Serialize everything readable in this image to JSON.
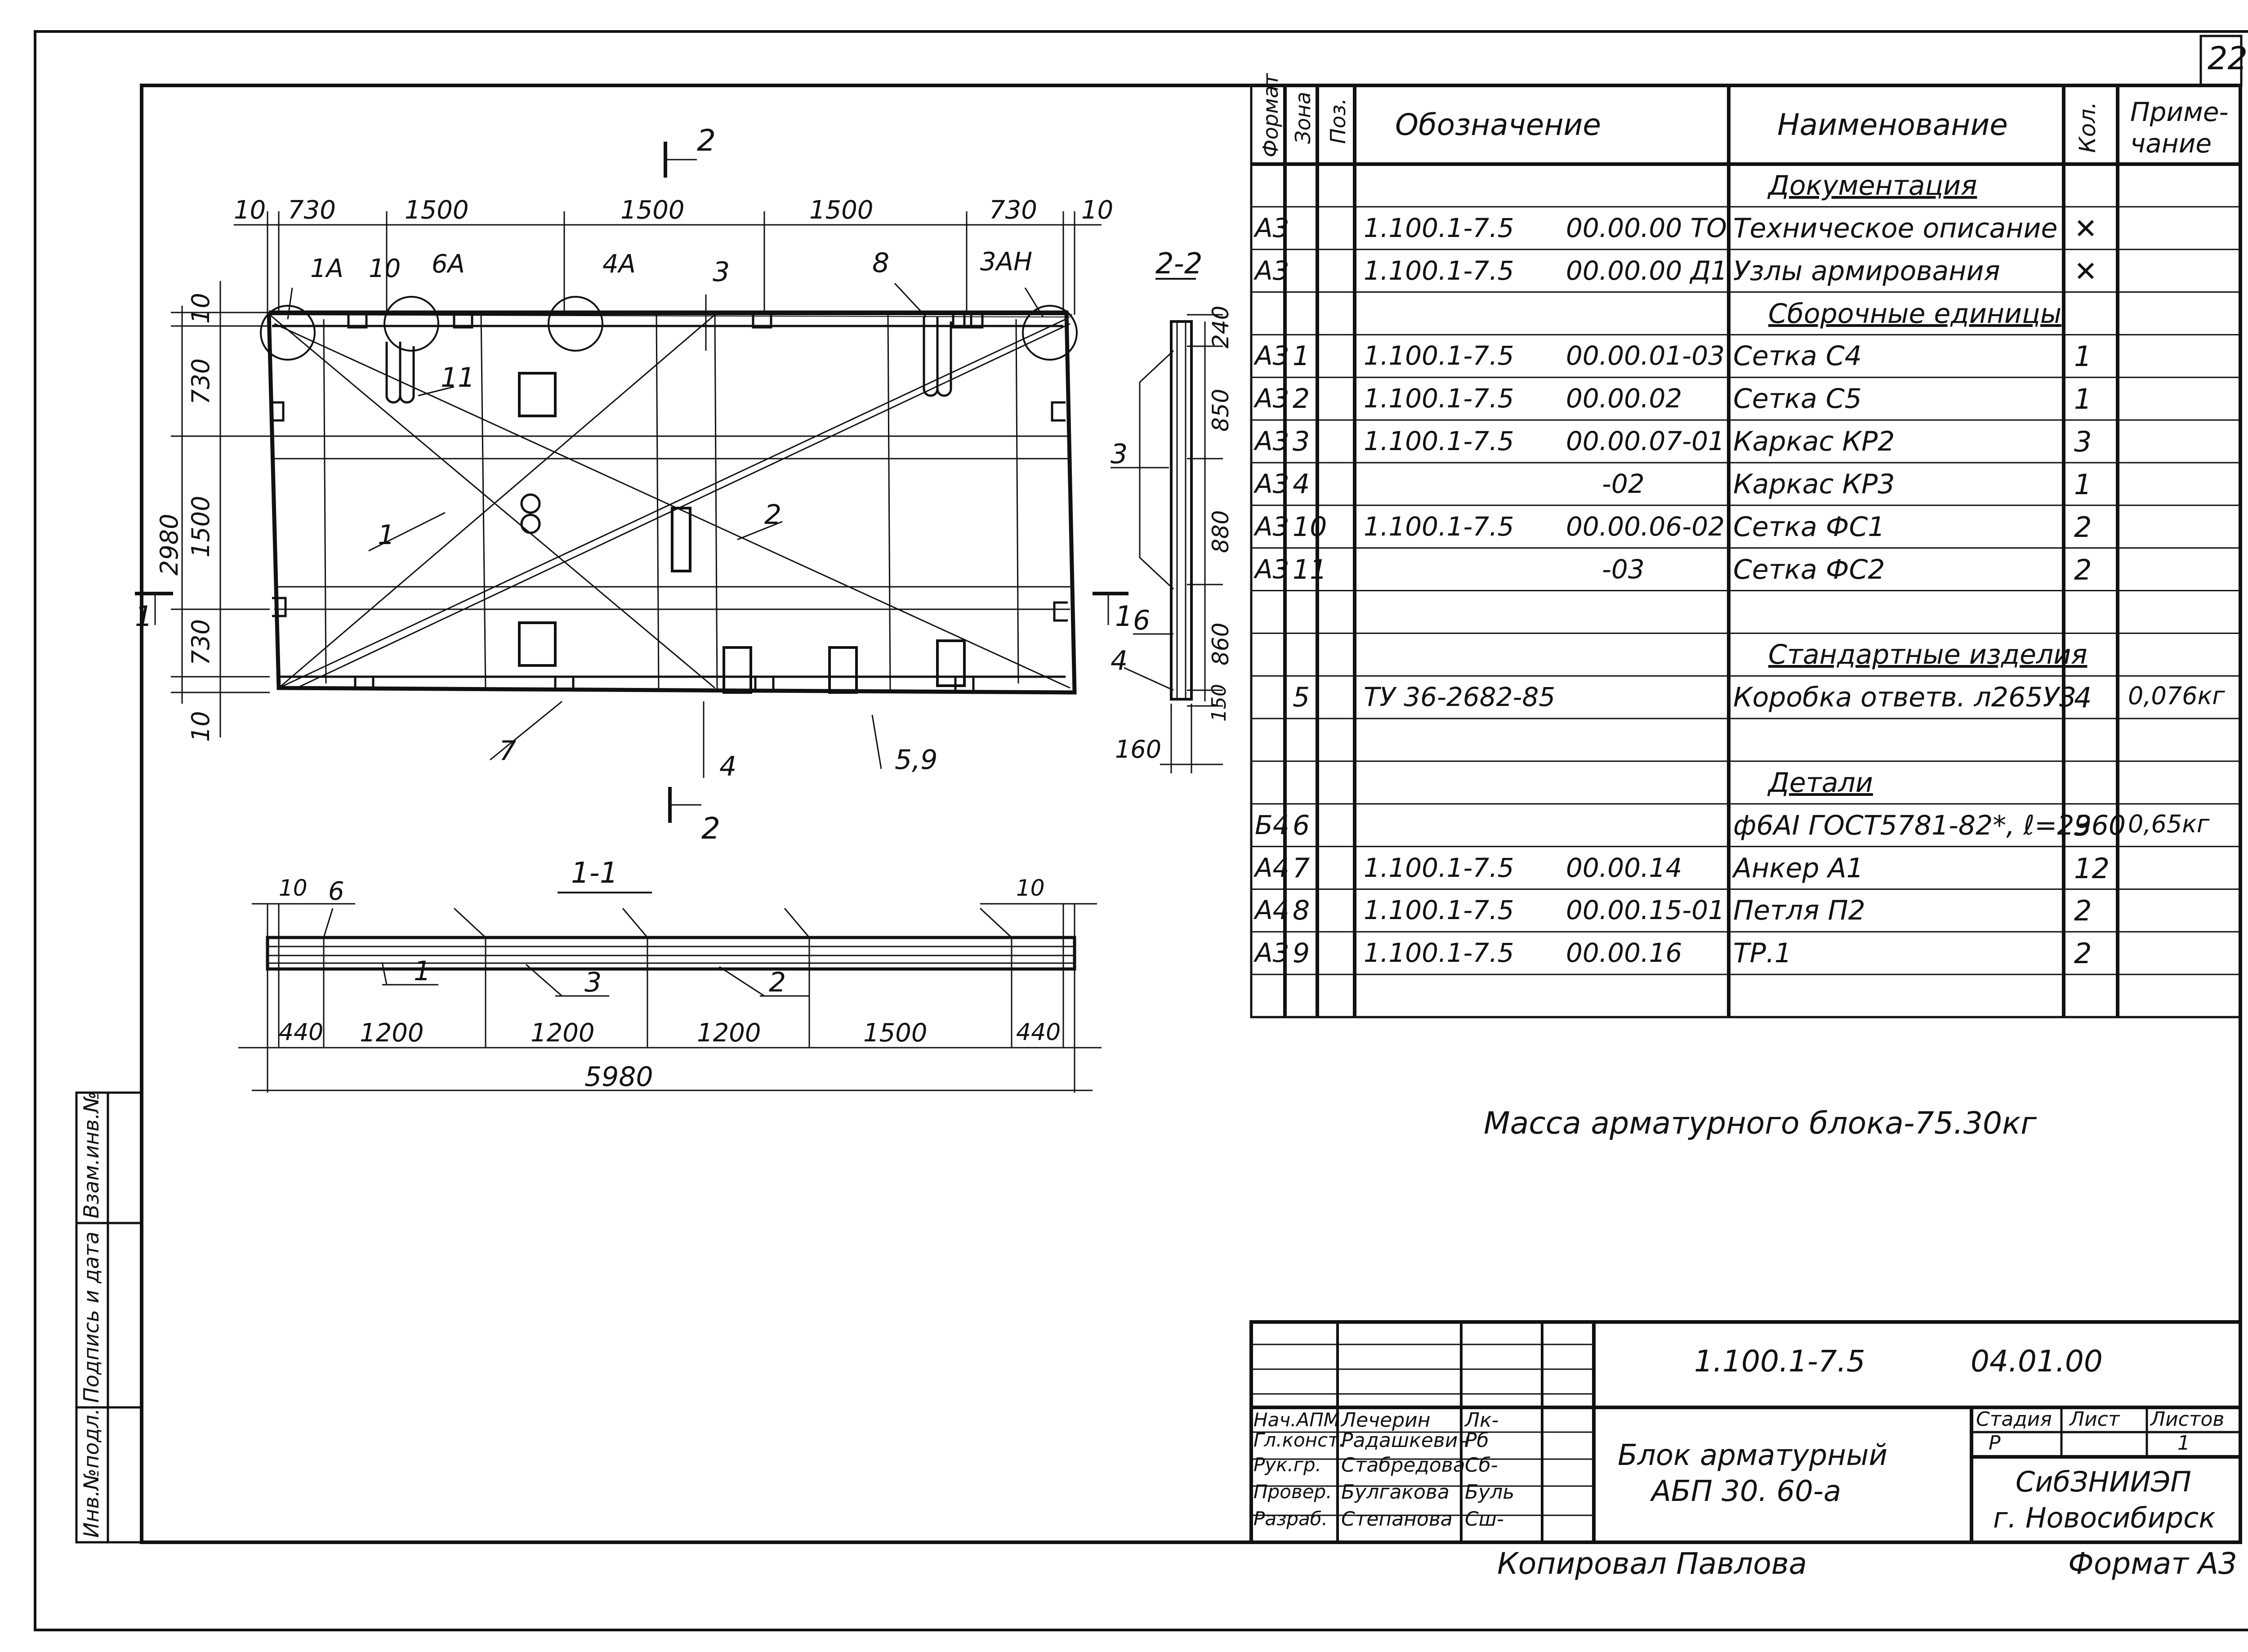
{
  "sheet": {
    "number": "22",
    "copied_by": "Копировал  Павлова",
    "format": "Формат А3",
    "mass_note": "Масса  арматурного  блока-75.30кг"
  },
  "left_strip": {
    "inv_podl": "Инв.№подл.",
    "podpis_data": "Подпись и дата",
    "vzam_inv": "Взам.инв.№"
  },
  "plan": {
    "dims_top": [
      "10",
      "730",
      "1500",
      "1500",
      "1500",
      "730",
      "10"
    ],
    "dims_left": [
      "10",
      "730",
      "1500",
      "730",
      "10"
    ],
    "overall_height": "2980",
    "nodes": [
      "1А",
      "10",
      "6А",
      "4А",
      "3",
      "8",
      "3АН"
    ],
    "callouts": [
      "11",
      "1",
      "2",
      "7",
      "4",
      "5,9"
    ],
    "section_mark_2": "2",
    "section_mark_1": "1"
  },
  "section_22": {
    "title": "2-2",
    "dims": [
      "240",
      "850",
      "880",
      "860",
      "150"
    ],
    "width": "160",
    "callouts": [
      "3",
      "6",
      "4"
    ]
  },
  "section_11": {
    "title": "1-1",
    "top_dims": [
      "10",
      "6",
      "10"
    ],
    "callouts": [
      "1",
      "3",
      "2"
    ],
    "bottom_dims": [
      "440",
      "1200",
      "1200",
      "1200",
      "1500",
      "440"
    ],
    "overall": "5980"
  },
  "spec_table": {
    "headers": {
      "format": "Формат",
      "zona": "Зона",
      "poz": "Поз.",
      "oboznachenie": "Обозначение",
      "naimenovanie": "Наименование",
      "kol": "Кол.",
      "primechanie_1": "Приме-",
      "primechanie_2": "чание"
    },
    "rows": [
      {
        "fmt": "",
        "poz": "",
        "doc1": "",
        "doc2": "",
        "name": "Документация",
        "kol": "",
        "note": "",
        "section": true
      },
      {
        "fmt": "А3",
        "poz": "",
        "doc1": "1.100.1-7.5",
        "doc2": "00.00.00 ТО",
        "name": "Техническое описание",
        "kol": "✕",
        "note": ""
      },
      {
        "fmt": "А3",
        "poz": "",
        "doc1": "1.100.1-7.5",
        "doc2": "00.00.00 Д1",
        "name": "Узлы армирования",
        "kol": "✕",
        "note": ""
      },
      {
        "fmt": "",
        "poz": "",
        "doc1": "",
        "doc2": "",
        "name": "Сборочные единицы",
        "kol": "",
        "note": "",
        "section": true
      },
      {
        "fmt": "А3",
        "poz": "1",
        "doc1": "1.100.1-7.5",
        "doc2": "00.00.01-03",
        "name": "Сетка С4",
        "kol": "1",
        "note": ""
      },
      {
        "fmt": "А3",
        "poz": "2",
        "doc1": "1.100.1-7.5",
        "doc2": "00.00.02",
        "name": "Сетка С5",
        "kol": "1",
        "note": ""
      },
      {
        "fmt": "А3",
        "poz": "3",
        "doc1": "1.100.1-7.5",
        "doc2": "00.00.07-01",
        "name": "Каркас КР2",
        "kol": "3",
        "note": ""
      },
      {
        "fmt": "А3",
        "poz": "4",
        "doc1": "",
        "doc2": "-02",
        "name": "Каркас КР3",
        "kol": "1",
        "note": ""
      },
      {
        "fmt": "А3",
        "poz": "10",
        "doc1": "1.100.1-7.5",
        "doc2": "00.00.06-02",
        "name": "Сетка ФС1",
        "kol": "2",
        "note": ""
      },
      {
        "fmt": "А3",
        "poz": "11",
        "doc1": "",
        "doc2": "-03",
        "name": "Сетка ФС2",
        "kol": "2",
        "note": ""
      },
      {
        "fmt": "",
        "poz": "",
        "doc1": "",
        "doc2": "",
        "name": "",
        "kol": "",
        "note": ""
      },
      {
        "fmt": "",
        "poz": "",
        "doc1": "",
        "doc2": "",
        "name": "Стандартные изделия",
        "kol": "",
        "note": "",
        "section": true
      },
      {
        "fmt": "",
        "poz": "5",
        "doc1": "ТУ 36-2682-85",
        "doc2": "",
        "name": "Коробка ответв. л265У3",
        "kol": "4",
        "note": "0,076кг"
      },
      {
        "fmt": "",
        "poz": "",
        "doc1": "",
        "doc2": "",
        "name": "",
        "kol": "",
        "note": ""
      },
      {
        "fmt": "",
        "poz": "",
        "doc1": "",
        "doc2": "",
        "name": "Детали",
        "kol": "",
        "note": "",
        "section": true
      },
      {
        "fmt": "Б4",
        "poz": "6",
        "doc1": "",
        "doc2": "",
        "name": "ф6АI ГОСТ5781-82*, ℓ=2960",
        "kol": "3",
        "note": "0,65кг"
      },
      {
        "fmt": "А4",
        "poz": "7",
        "doc1": "1.100.1-7.5",
        "doc2": "00.00.14",
        "name": "Анкер А1",
        "kol": "12",
        "note": ""
      },
      {
        "fmt": "А4",
        "poz": "8",
        "doc1": "1.100.1-7.5",
        "doc2": "00.00.15-01",
        "name": "Петля П2",
        "kol": "2",
        "note": ""
      },
      {
        "fmt": "А3",
        "poz": "9",
        "doc1": "1.100.1-7.5",
        "doc2": "00.00.16",
        "name": "ТР.1",
        "kol": "2",
        "note": ""
      },
      {
        "fmt": "",
        "poz": "",
        "doc1": "",
        "doc2": "",
        "name": "",
        "kol": "",
        "note": ""
      }
    ]
  },
  "title_block": {
    "designation": "1.100.1-7.5",
    "code": "04.01.00",
    "name_1": "Блок арматурный",
    "name_2": "АБП 30. 60-а",
    "stage_label": "Стадия",
    "sheet_label": "Лист",
    "sheets_label": "Листов",
    "stage": "Р",
    "sheet": "",
    "sheets": "1",
    "org_1": "СибЗНИИЭП",
    "org_2": "г. Новосибирск",
    "staff": [
      {
        "role": "Нач.АПМ",
        "name": "Лечерин",
        "sign": "Лк-"
      },
      {
        "role": "Гл.конст.",
        "name": "Радашкевич",
        "sign": "Рб"
      },
      {
        "role": "Рук.гр.",
        "name": "Стабредова",
        "sign": "Сб-"
      },
      {
        "role": "Провер.",
        "name": "Булгакова",
        "sign": "Буль"
      },
      {
        "role": "Разраб.",
        "name": "Степанова",
        "sign": "Сш-"
      }
    ]
  }
}
